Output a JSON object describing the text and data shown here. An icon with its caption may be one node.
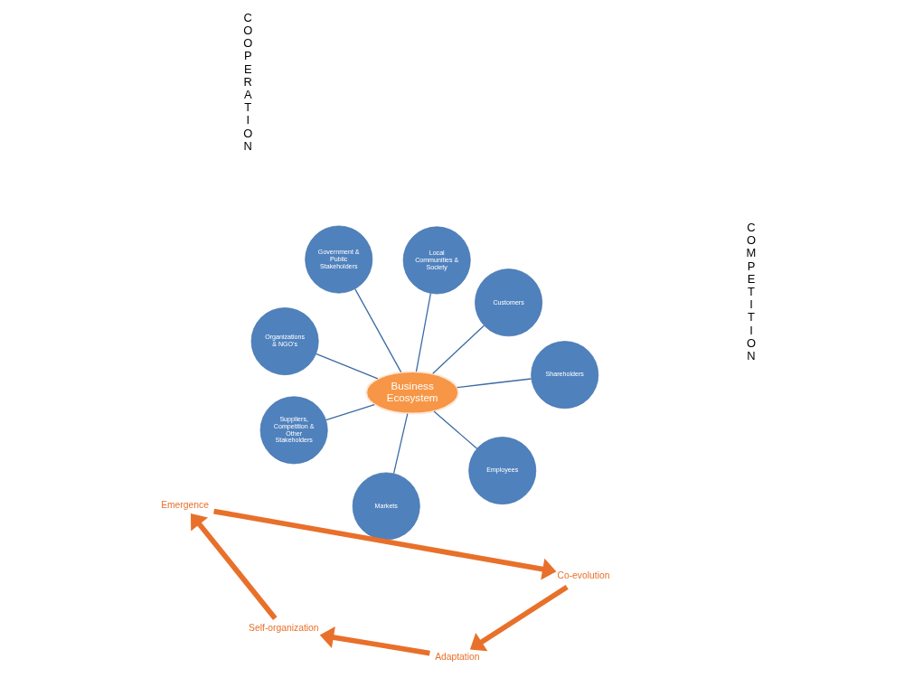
{
  "diagram": {
    "nodes": [
      {
        "text": [
          "Business Ecosystem"
        ]
      },
      {
        "text": [
          "Customers"
        ]
      },
      {
        "text": [
          "Employees"
        ]
      },
      {
        "text": [
          "Government & Public Stakeholders"
        ]
      },
      {
        "text": [
          "Local Communities & Society"
        ]
      },
      {
        "text": [
          "Organizations & NGO's"
        ]
      },
      {
        "text": [
          "Suppliers, Competition & Other Stakeholders"
        ]
      },
      {
        "text": [
          "Shareholders"
        ]
      },
      {
        "text": [
          "Markets"
        ]
      },
      {
        "text": [
          "Adaptation"
        ]
      },
      {
        "text": [
          "Self-organization"
        ]
      },
      {
        "text": [
          "Emergence"
        ]
      },
      {
        "text": [
          "Co-evolution"
        ]
      }
    ],
    "edges": [
      {
        "from": 0,
        "to": 1,
        "arrow": "none"
      },
      {
        "from": 0,
        "to": 2,
        "arrow": "none"
      },
      {
        "from": 0,
        "to": 3,
        "arrow": "none"
      },
      {
        "from": 0,
        "to": 4,
        "arrow": "none"
      },
      {
        "from": 0,
        "to": 5,
        "arrow": "none"
      },
      {
        "from": 0,
        "to": 6,
        "arrow": "none"
      },
      {
        "from": 0,
        "to": 7,
        "arrow": "none"
      },
      {
        "from": 0,
        "to": 8,
        "arrow": "none"
      },
      {
        "from": 9,
        "to": 10,
        "arrow": "to",
        "style": "thick",
        "color": "#e8702a"
      },
      {
        "from": 10,
        "to": 11,
        "arrow": "to",
        "style": "thick",
        "color": "#e8702a"
      },
      {
        "from": 11,
        "to": 12,
        "arrow": "to",
        "style": "thick",
        "color": "#e8702a"
      },
      {
        "from": 12,
        "to": 9,
        "arrow": "to",
        "style": "thick",
        "color": "#e8702a"
      }
    ],
    "labels": [
      "COMPETITION",
      "COOPERATION"
    ]
  }
}
